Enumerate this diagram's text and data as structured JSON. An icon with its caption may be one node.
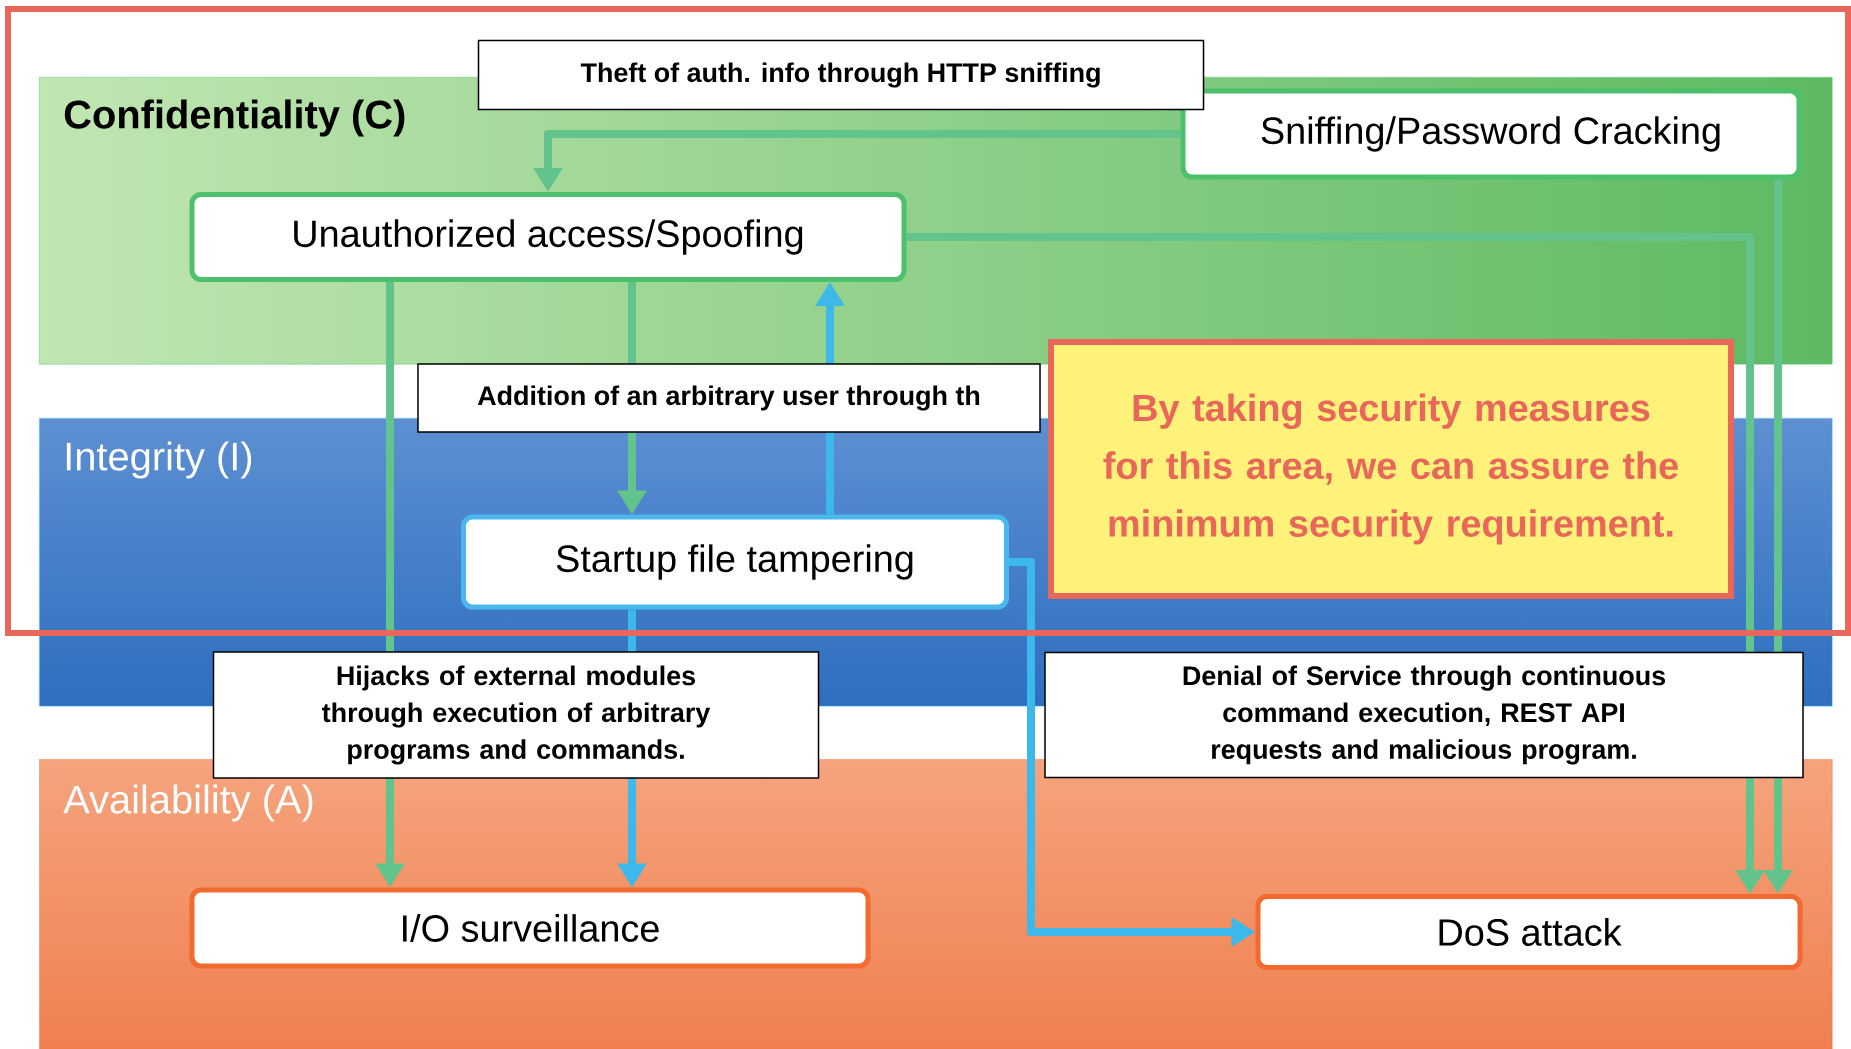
{
  "diagram": {
    "nodes": [
      {
        "text": [
          "Confidentiality (C)"
        ]
      },
      {
        "text": [
          "Sniffing/Password Cracking"
        ],
        "in": 0
      },
      {
        "text": [
          "Unauthorized access/Spoofing"
        ],
        "in": 0
      },
      {
        "text": [
          "By taking security measures for this area, we can assure the minimum security requirement."
        ]
      },
      {
        "text": [
          "Integrity (I)"
        ]
      },
      {
        "text": [
          "Startup file tampering"
        ],
        "in": 4
      },
      {
        "text": [
          "Availability (A)"
        ]
      },
      {
        "text": [
          "I/O surveillance"
        ],
        "in": 6
      },
      {
        "text": [
          "DoS attack"
        ],
        "in": 6
      }
    ],
    "edges": [
      {
        "from": 1,
        "to": 2,
        "arrow": "to",
        "label": "Theft of auth. info through HTTP sniffing"
      },
      {
        "from": 2,
        "to": 5,
        "arrow": "to",
        "label": "Addition of an arbitrary user through th"
      },
      {
        "from": 5,
        "to": 2,
        "arrow": "to",
        "color": "#3db8ea"
      },
      {
        "from": 2,
        "to": 7,
        "arrow": "to",
        "label": "Hijacks of external modules through execution of arbitrary programs and commands."
      },
      {
        "from": 5,
        "to": 7,
        "arrow": "to",
        "color": "#3db8ea"
      },
      {
        "from": 5,
        "to": 8,
        "arrow": "to",
        "color": "#3db8ea"
      },
      {
        "from": 2,
        "to": 8,
        "arrow": "to",
        "label": "Denial of Service through continuous command execution, REST API requests and malicious program."
      },
      {
        "from": 1,
        "to": 8,
        "arrow": "to"
      }
    ]
  }
}
